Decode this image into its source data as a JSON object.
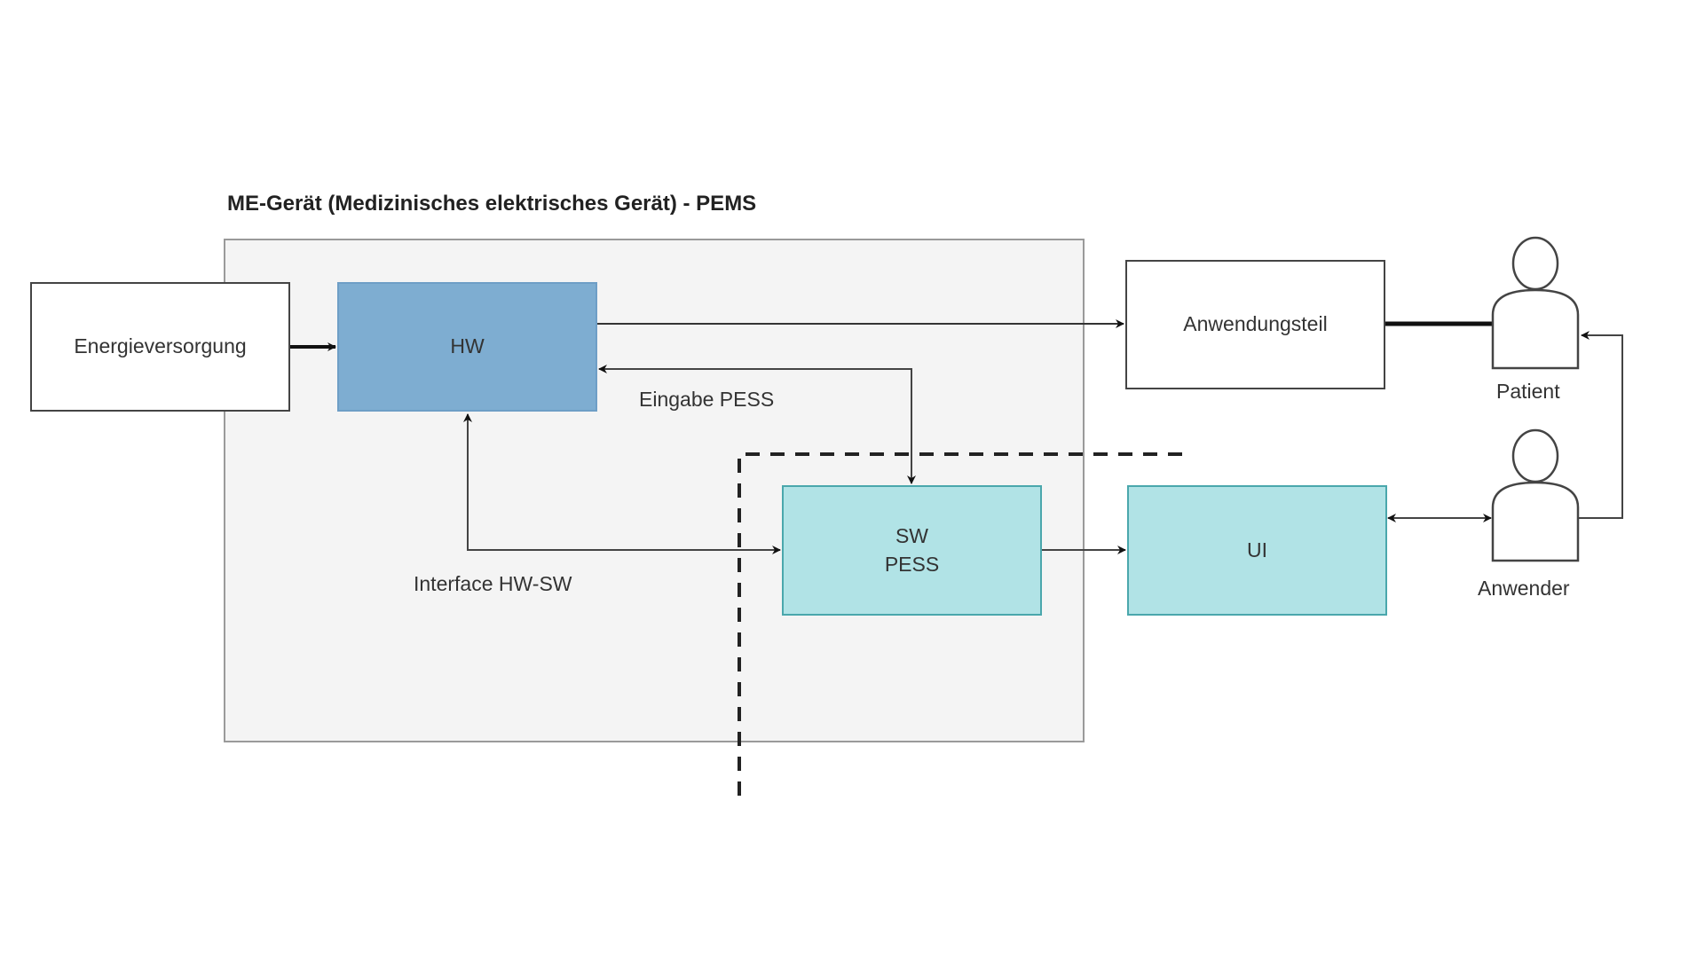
{
  "diagram": {
    "title": "ME-Gerät (Medizinisches elektrisches Gerät) - PEMS",
    "nodes": {
      "energieversorgung": "Energieversorgung",
      "hw": "HW",
      "anwendungsteil": "Anwendungsteil",
      "sw_line1": "SW",
      "sw_line2": "PESS",
      "ui": "UI"
    },
    "actors": {
      "patient": "Patient",
      "anwender": "Anwender"
    },
    "edge_labels": {
      "eingabe": "Eingabe PESS",
      "interface": "Interface HW-SW"
    },
    "colors": {
      "hw_fill": "#7eadd1",
      "sw_fill": "#b1e3e6",
      "sw_border": "#4aa7ac",
      "container_fill": "#f4f4f4"
    }
  }
}
